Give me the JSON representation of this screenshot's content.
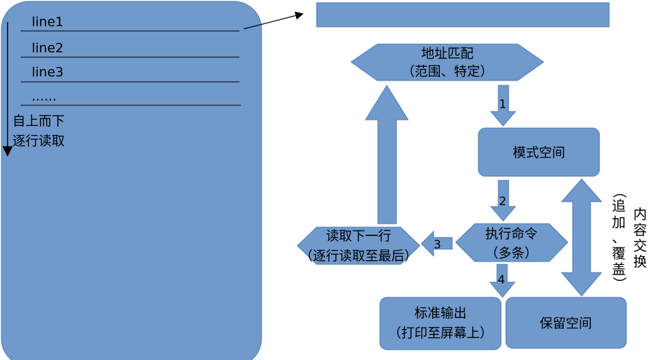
{
  "input_panel": {
    "lines": [
      "line1",
      "line2",
      "line3",
      "......"
    ],
    "direction_note": [
      "自上而下",
      "逐行读取"
    ]
  },
  "steps": {
    "address_match": {
      "line1": "地址匹配",
      "line2": "（范围、特定）"
    },
    "pattern_space": {
      "label": "模式空间"
    },
    "execute_commands": {
      "line1": "执行命令",
      "line2": "（多条）"
    },
    "read_next_line": {
      "line1": "读取下一行",
      "line2": "（逐行读取至最后）"
    },
    "stdout": {
      "line1": "标准输出",
      "line2": "（打印至屏幕上）"
    },
    "hold_space": {
      "label": "保留空间"
    }
  },
  "arrow_numbers": [
    "1",
    "2",
    "3",
    "4"
  ],
  "exchange_note": {
    "title": "内容交换",
    "sub": [
      "（",
      "追",
      "加",
      "、",
      "覆",
      "盖",
      "）"
    ]
  },
  "colors": {
    "fill": "#7099CC",
    "stroke": "#4F7DB5",
    "text": "#000000",
    "background": "#FFFFFF"
  }
}
